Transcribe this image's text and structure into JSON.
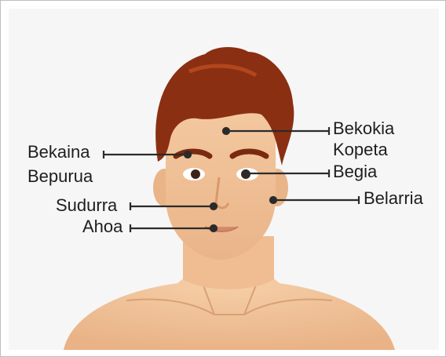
{
  "labels": {
    "bekokia": "Bekokia",
    "kopeta": "Kopeta",
    "begia": "Begia",
    "belarria": "Belarria",
    "bekaina": "Bekaina",
    "bepurua": "Bepurua",
    "sudurra": "Sudurra",
    "ahoa": "Ahoa"
  },
  "colors": {
    "skin": "#f2c49a",
    "hair": "#8b2f12",
    "line": "#2b2b2b"
  }
}
